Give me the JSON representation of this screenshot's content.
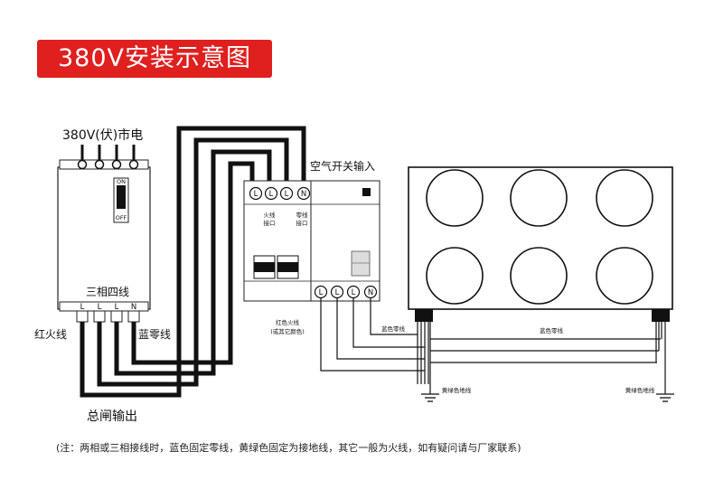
{
  "title": "380V安装示意图",
  "labels": {
    "mains": "380V(伏)市电",
    "air_switch_input": "空气开关输入",
    "three_phase": "三相四线",
    "red_live": "红火线",
    "blue_neutral": "蓝零线",
    "main_output": "总闸输出",
    "live_port": [
      "火线",
      "接口"
    ],
    "neutral_port": [
      "零线",
      "接口"
    ],
    "red_live_note": [
      "红色火线",
      "(或其它颜色)"
    ],
    "blue_neutral_left": "蓝色零线",
    "blue_neutral_right": "蓝色零线",
    "ground_left": "黄绿色地线",
    "ground_right": "黄绿色地线",
    "switch_on": "ON",
    "switch_off": "OFF",
    "note": "(注：两相或三相接线时，蓝色固定零线，黄绿色固定为接地线，其它一般为火线，如有疑问请与厂家联系)"
  },
  "breaker_top_terminals": [
    "L",
    "L",
    "L",
    "N"
  ],
  "breaker_bottom_terminals": [
    "L",
    "L",
    "L",
    "N"
  ],
  "main_switch_terminals": [
    "L",
    "L",
    "L",
    "N"
  ],
  "colors": {
    "badge": "#e01f1f",
    "wire": "#111111"
  }
}
